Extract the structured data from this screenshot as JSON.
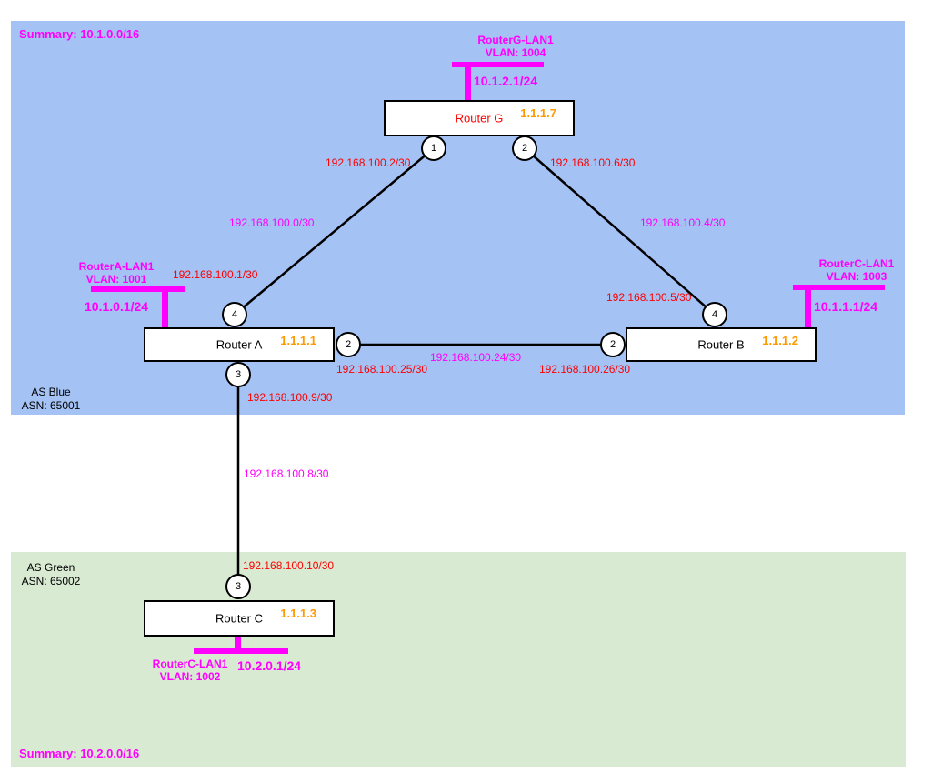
{
  "as_blue": {
    "summary": "Summary: 10.1.0.0/16",
    "name": "AS Blue",
    "asn": "ASN: 65001"
  },
  "as_green": {
    "summary": "Summary: 10.2.0.0/16",
    "name": "AS Green",
    "asn": "ASN: 65002"
  },
  "routers": {
    "g": {
      "name": "Router G",
      "id": "1.1.1.7"
    },
    "a": {
      "name": "Router A",
      "id": "1.1.1.1"
    },
    "b": {
      "name": "Router B",
      "id": "1.1.1.2"
    },
    "c": {
      "name": "Router C",
      "id": "1.1.1.3"
    }
  },
  "ports": {
    "g1": "1",
    "g2": "2",
    "a4": "4",
    "a2": "2",
    "a3": "3",
    "b4": "4",
    "b2": "2",
    "c3": "3"
  },
  "lans": {
    "g": {
      "name": "RouterG-LAN1",
      "vlan": "VLAN: 1004",
      "ip": "10.1.2.1/24"
    },
    "a": {
      "name": "RouterA-LAN1",
      "vlan": "VLAN: 1001",
      "ip": "10.1.0.1/24"
    },
    "b": {
      "name": "RouterC-LAN1",
      "vlan": "VLAN: 1003",
      "ip": "10.1.1.1/24"
    },
    "c": {
      "name": "RouterC-LAN1",
      "vlan": "VLAN: 1002",
      "ip": "10.2.0.1/24"
    }
  },
  "links": {
    "g_a": {
      "subnet": "192.168.100.0/30",
      "end_g": "192.168.100.2/30",
      "end_a": "192.168.100.1/30"
    },
    "g_b": {
      "subnet": "192.168.100.4/30",
      "end_g": "192.168.100.6/30",
      "end_b": "192.168.100.5/30"
    },
    "a_b": {
      "subnet": "192.168.100.24/30",
      "end_a": "192.168.100.25/30",
      "end_b": "192.168.100.26/30"
    },
    "a_c": {
      "subnet": "192.168.100.8/30",
      "end_a": "192.168.100.9/30",
      "end_c": "192.168.100.10/30"
    }
  },
  "colors": {
    "as_blue_bg": "#a4c2f4",
    "as_green_bg": "#d9ead3",
    "lan_magenta": "#ff00ff",
    "interface_ip_red": "#ff0000",
    "router_id_orange": "#ff9900",
    "router_g_name_red": "#ff0000",
    "link_black": "#000000"
  }
}
